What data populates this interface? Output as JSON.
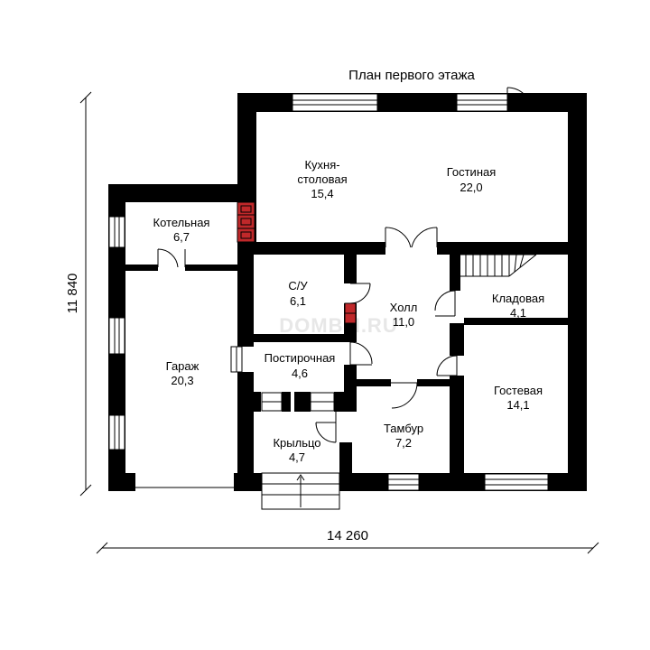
{
  "title": "План первого этажа",
  "dimensions": {
    "width_label": "14 260",
    "height_label": "11 840"
  },
  "watermark": "DOMBM.RU",
  "colors": {
    "wall": "#000000",
    "chimney": "#c0282a",
    "background": "#ffffff"
  },
  "rooms": {
    "kitchen": {
      "name_line1": "Кухня-",
      "name_line2": "столовая",
      "area": "15,4"
    },
    "living": {
      "name": "Гостиная",
      "area": "22,0"
    },
    "boiler": {
      "name": "Котельная",
      "area": "6,7"
    },
    "bathroom": {
      "name": "С/У",
      "area": "6,1"
    },
    "hall": {
      "name": "Холл",
      "area": "11,0"
    },
    "storage": {
      "name": "Кладовая",
      "area": "4,1"
    },
    "garage": {
      "name": "Гараж",
      "area": "20,3"
    },
    "laundry": {
      "name": "Постирочная",
      "area": "4,6"
    },
    "guest": {
      "name": "Гостевая",
      "area": "14,1"
    },
    "vestibule": {
      "name": "Тамбур",
      "area": "7,2"
    },
    "porch": {
      "name": "Крыльцо",
      "area": "4,7"
    }
  }
}
